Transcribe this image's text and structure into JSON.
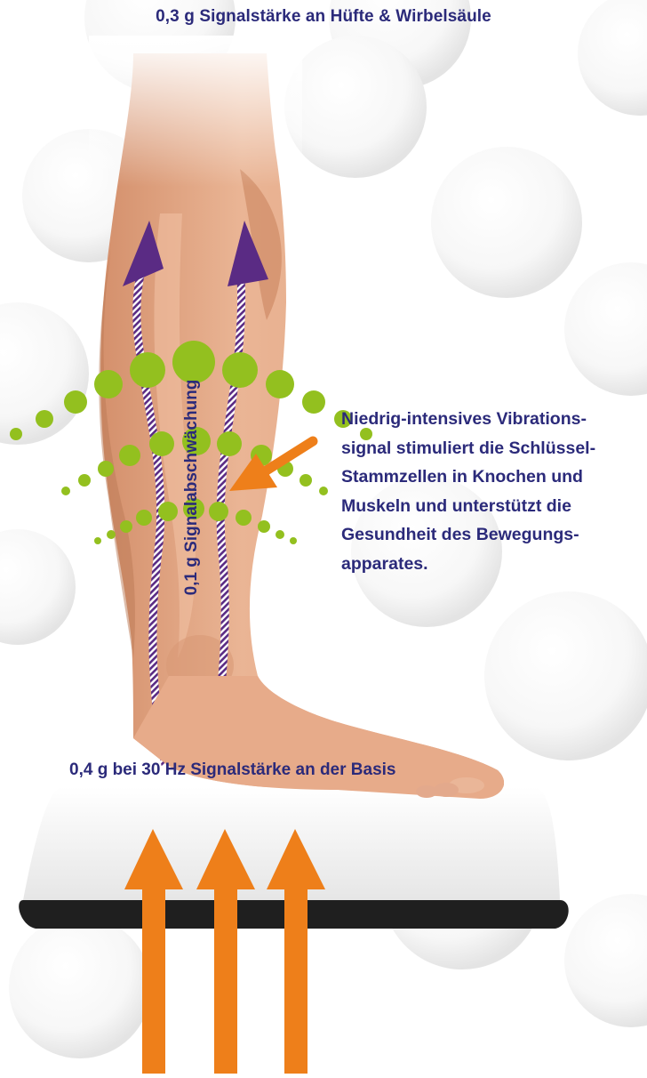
{
  "captions": {
    "top": "0,3 g Signalstärke an Hüfte & Wirbelsäule",
    "vertical": "0,1 g Signalabschwächung",
    "base": "0,4 g bei 30 Hz Signalstärke an der Basis"
  },
  "description_lines": [
    "Niedrig-intensives Vibrations-",
    "signal stimuliert die Schlüssel-",
    "Stammzellen in Knochen und",
    "Muskeln und unterstützt die",
    "Gesundheit des Bewegungs-",
    "apparates."
  ],
  "colors": {
    "text": "#2b2a7a",
    "skin": "#e8ac8a",
    "skin_dark": "#c98a66",
    "arrow_up": "#5a2b84",
    "vibration_dots": "#93c01f",
    "platform_arrows": "#ee7f1a",
    "pointer_arrow": "#ee7f1a",
    "platform_top": "#f4f4f4",
    "platform_edge": "#1f1f1f"
  }
}
